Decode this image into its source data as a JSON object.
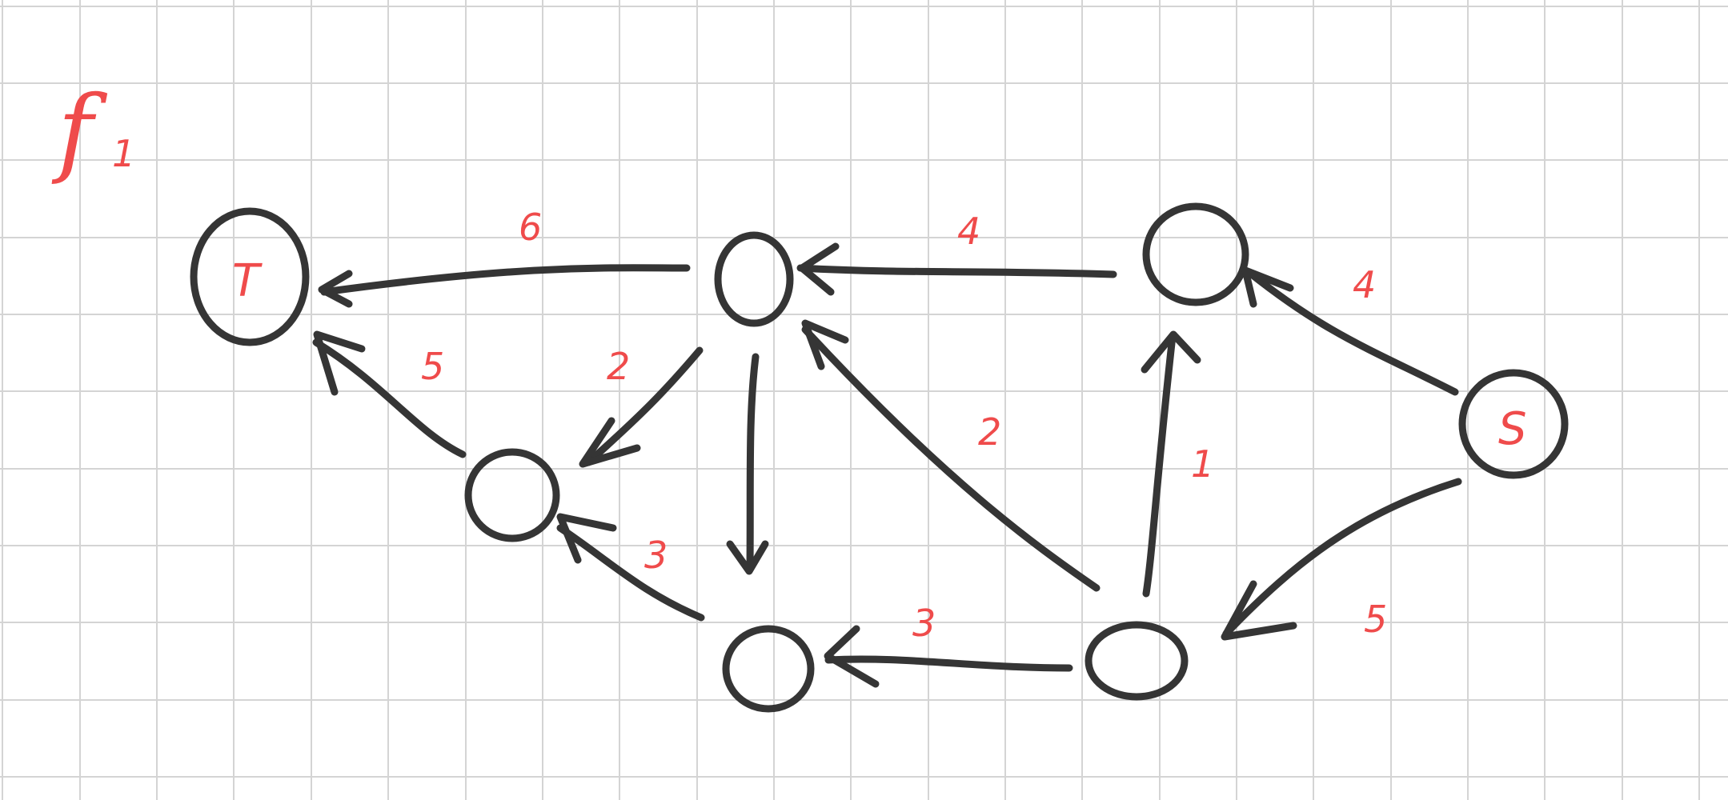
{
  "page_title": "f",
  "page_title_suffix": "1",
  "colors": {
    "ink": "#353535",
    "annotation": "#ef4b4b",
    "grid": "#d4d4d4",
    "background": "#ffffff"
  },
  "nodes": {
    "t": {
      "label": "T"
    },
    "s": {
      "label": "S"
    }
  },
  "weights": {
    "a_to_t": "6",
    "c_to_a": "4",
    "s_to_c": "4",
    "b_to_t": "5",
    "a_to_b": "2",
    "e_to_a": "2",
    "e_to_c": "1",
    "d_to_b": "3",
    "e_to_d": "3",
    "s_to_e": "5"
  }
}
